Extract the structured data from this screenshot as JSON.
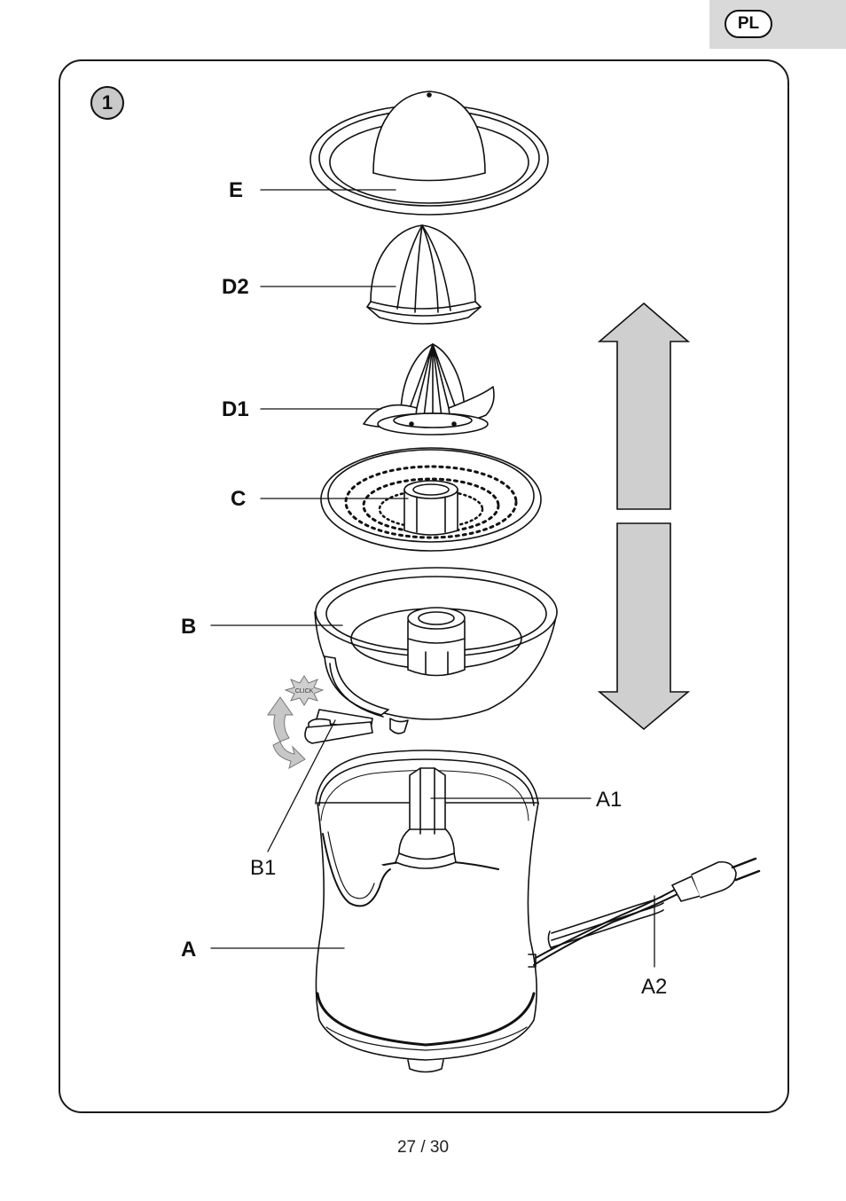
{
  "header": {
    "language": "PL"
  },
  "figure": {
    "number": "1",
    "labels": {
      "E": "E",
      "D2": "D2",
      "D1": "D1",
      "C": "C",
      "B": "B",
      "B1": "B1",
      "A": "A",
      "A1": "A1",
      "A2": "A2",
      "click": "CLICK"
    }
  },
  "footer": {
    "page": "27 / 30"
  },
  "colors": {
    "arrow_fill": "#cfcfcf",
    "tab_bg": "#d9d9d9",
    "line": "#111111"
  }
}
